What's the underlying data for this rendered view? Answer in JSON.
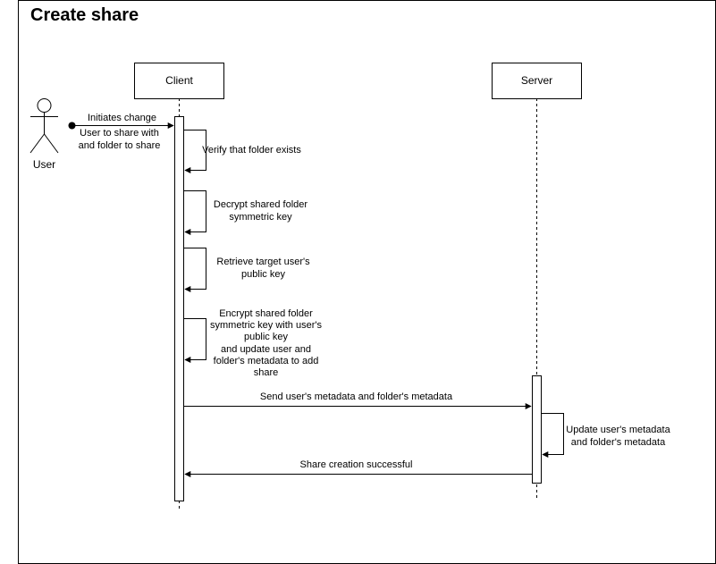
{
  "title": "Create share",
  "participants": {
    "client": "Client",
    "server": "Server",
    "user": "User"
  },
  "messages": {
    "initiate_line1": "Initiates change",
    "initiate_line2": "User to share with",
    "initiate_line3": "and folder to share",
    "verify": "Verify that folder exists",
    "decrypt_line1": "Decrypt shared folder",
    "decrypt_line2": "symmetric key",
    "retrieve_line1": "Retrieve target user's",
    "retrieve_line2": "public key",
    "encrypt_line1": "Encrypt shared folder",
    "encrypt_line2": "symmetric key with user's",
    "encrypt_line3": "public key",
    "encrypt_line4": "and update user and",
    "encrypt_line5": "folder's metadata to add",
    "encrypt_line6": "share",
    "send": "Send user's metadata and folder's metadata",
    "update_line1": "Update user's metadata",
    "update_line2": "and folder's metadata",
    "success": "Share creation successful"
  }
}
